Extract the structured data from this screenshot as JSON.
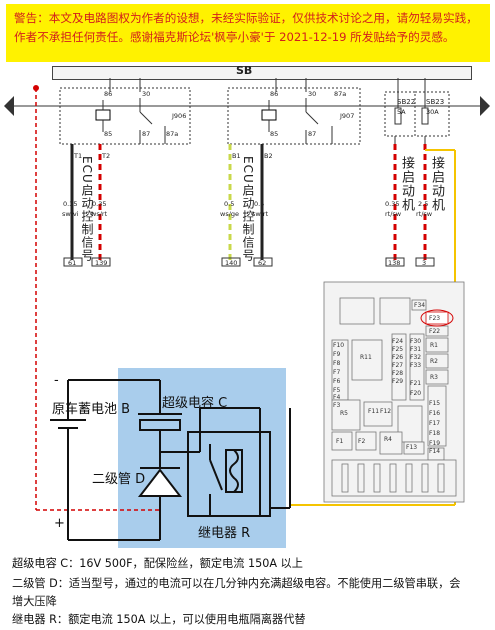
{
  "warning": {
    "line1": "警告：本文及电路图权为作者的设想，未经实际验证，仅供技术讨论之用，请勿轻易实践，",
    "line2": "作者不承担任何责任。感谢福克斯论坛'枫亭小豪'于 2021-12-19 所发贴给予的灵感。"
  },
  "top": {
    "sb_label": "SB",
    "relay1": {
      "name": "J906",
      "pin_86": "86",
      "pin_30": "30",
      "pin_85": "85",
      "pin_87": "87",
      "pin_87a": "87a"
    },
    "relay2": {
      "name": "J907",
      "pin_86": "86",
      "pin_30": "30",
      "pin_85": "85",
      "pin_87": "87",
      "pin_87a": "87a"
    },
    "fuse1": {
      "name": "SB22",
      "rating": "5A"
    },
    "fuse2": {
      "name": "SB23",
      "rating": "30A"
    },
    "wires": [
      {
        "pin": "T1",
        "size": "0.35",
        "color": "sw/vi",
        "term": "61"
      },
      {
        "pin": "T2",
        "size": "0.35",
        "color": "ws/rt",
        "term": "139"
      },
      {
        "pin": "B1",
        "size": "0.5",
        "color": "ws/ge",
        "term": "140"
      },
      {
        "pin": "B2",
        "size": "0.5",
        "color": "sw/rt",
        "term": "62"
      },
      {
        "pin": "",
        "size": "0.35",
        "color": "rt/sw",
        "term": "138"
      },
      {
        "pin": "",
        "size": "2.5",
        "color": "rt/sw",
        "term": "3"
      }
    ],
    "ecu_label": "ECU启动控制信号",
    "start_label": "接启动机"
  },
  "fusebox": {
    "labels": [
      "F34",
      "F23",
      "F22",
      "R1",
      "R2",
      "R3",
      "R4",
      "R5",
      "R11",
      "F10",
      "F9",
      "F8",
      "F7",
      "F6",
      "F5",
      "F4",
      "F3",
      "F2",
      "F1",
      "F11",
      "F12",
      "F13",
      "F14",
      "F15",
      "F16",
      "F17",
      "F18",
      "F19",
      "F20",
      "F21",
      "F24",
      "F25",
      "F26",
      "F27",
      "F28",
      "F29",
      "F30",
      "F31",
      "F32",
      "F33"
    ]
  },
  "circuit": {
    "battery": "原车蓄电池 B",
    "capacitor": "超级电容 C",
    "diode": "二级管 D",
    "relay": "继电器 R",
    "minus": "-",
    "plus": "+"
  },
  "notes": {
    "line1": "超级电容 C：16V 500F，配保险丝，额定电流 150A 以上",
    "line2": "二级管 D：适当型号，通过的电流可以在几分钟内充满超级电容。不能使用二级管串联，会",
    "line3": "增大压降",
    "line4": "继电器 R：额定电流 150A 以上，可以使用电瓶隔离器代替"
  },
  "colors": {
    "warning_bg": "#fff200",
    "warning_text": "#d2201c",
    "highlight_box": "#9fc5e8",
    "yellow_wire": "#f5c400",
    "red_wire": "#d40000"
  }
}
